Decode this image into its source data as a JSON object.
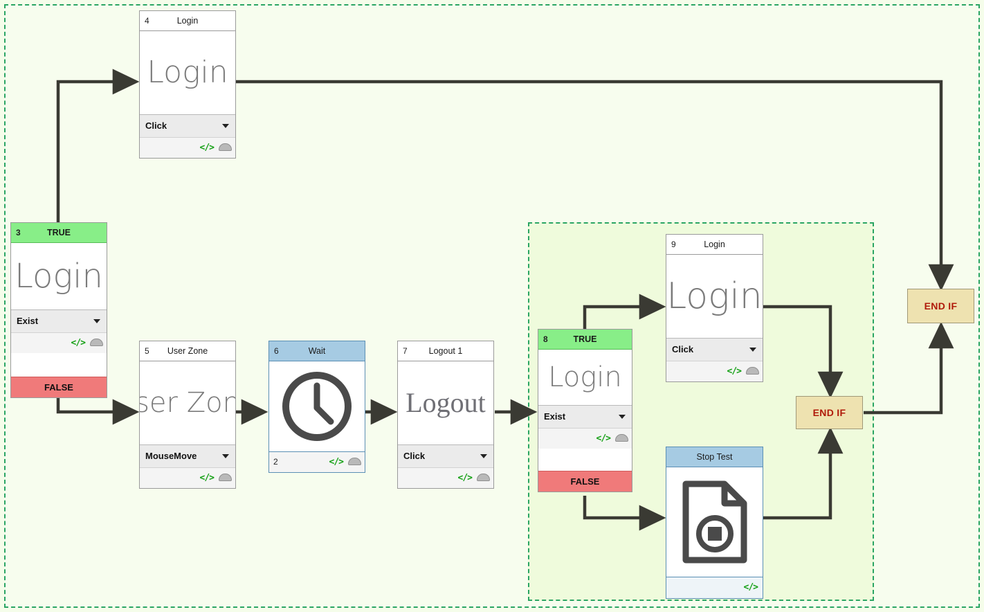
{
  "canvas": {
    "background_color": "#f5fdea",
    "outer_region_border_color": "#2aa563",
    "inner_region_border_color": "#2aa563",
    "connector_color": "#3a3a33"
  },
  "nodes": {
    "login_top": {
      "number": "4",
      "title": "Login",
      "thumb_text": "Login",
      "action": "Click",
      "footer_value": "",
      "icons": [
        "code-icon",
        "cloud-icon"
      ]
    },
    "condition_login": {
      "number": "3",
      "title": "TRUE",
      "thumb_text": "Login",
      "action": "Exist",
      "false_label": "FALSE",
      "icons": [
        "code-icon",
        "cloud-icon"
      ]
    },
    "user_zone": {
      "number": "5",
      "title": "User Zone",
      "thumb_text": "ser Zon",
      "action": "MouseMove",
      "footer_value": "",
      "icons": [
        "code-icon",
        "cloud-icon"
      ]
    },
    "wait": {
      "number": "6",
      "title": "Wait",
      "thumb_icon": "clock-icon",
      "footer_value": "2",
      "icons": [
        "code-icon",
        "cloud-icon"
      ]
    },
    "logout": {
      "number": "7",
      "title": "Logout 1",
      "thumb_text": "Logout",
      "action": "Click",
      "footer_value": "",
      "icons": [
        "code-icon",
        "cloud-icon"
      ]
    },
    "condition_login_2": {
      "number": "8",
      "title": "TRUE",
      "thumb_text": "Login",
      "action": "Exist",
      "false_label": "FALSE",
      "icons": [
        "code-icon",
        "cloud-icon"
      ]
    },
    "login_right": {
      "number": "9",
      "title": "Login",
      "thumb_text": "Login",
      "action": "Click",
      "footer_value": "",
      "icons": [
        "code-icon",
        "cloud-icon"
      ]
    },
    "stop_test": {
      "number": "",
      "title": "Stop Test",
      "thumb_icon": "stop-test-document-icon",
      "footer_value": "",
      "icons": [
        "code-icon"
      ]
    }
  },
  "endif_blocks": {
    "outer": {
      "label": "END IF"
    },
    "inner": {
      "label": "END IF"
    }
  }
}
